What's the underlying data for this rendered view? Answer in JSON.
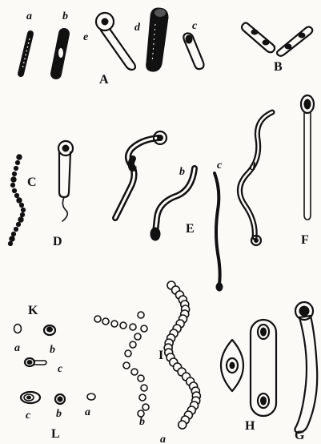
{
  "labels": {
    "A": "A",
    "A_a": "a",
    "A_b": "b",
    "A_c": "c",
    "A_d": "d",
    "A_e": "e",
    "B": "B",
    "C": "C",
    "D": "D",
    "E": "E",
    "E_a": "a",
    "E_b": "b",
    "E_c": "c",
    "E_d": "d",
    "F": "F",
    "K": "K",
    "K_a": "a",
    "K_b": "b",
    "K_c": "c",
    "L": "L",
    "L_a": "a",
    "L_b": "b",
    "L_c": "c",
    "I": "I",
    "I_a": "a",
    "I_b": "b",
    "H": "H",
    "G": "G"
  },
  "colors": {
    "ink": "#111111",
    "paper": "#fbfaf7"
  }
}
